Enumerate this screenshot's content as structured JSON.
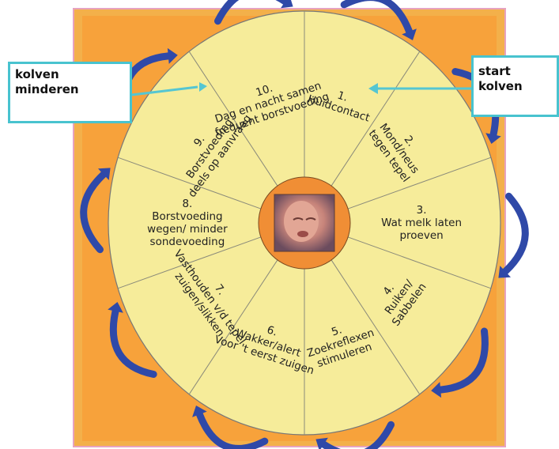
{
  "callouts": {
    "left": {
      "line1": "kolven",
      "line2": "minderen"
    },
    "right": {
      "line1": "start",
      "line2": "kolven"
    }
  },
  "segments": [
    {
      "number": "1.",
      "lines": [
        "Huidcontact"
      ]
    },
    {
      "number": "2.",
      "lines": [
        "Mond/neus",
        "tegen tepel"
      ]
    },
    {
      "number": "3.",
      "lines": [
        "Wat melk laten",
        "proeven"
      ]
    },
    {
      "number": "4.",
      "lines": [
        "Ruiken/",
        "Sabbelen"
      ]
    },
    {
      "number": "5.",
      "lines": [
        "Zoekreflexen",
        "stimuleren"
      ]
    },
    {
      "number": "6.",
      "lines": [
        "Wakker/alert",
        "Voor 't eerst zuigen"
      ]
    },
    {
      "number": "7.",
      "lines": [
        "Vasthouden v/d tepel",
        "zuigen/slikken"
      ]
    },
    {
      "number": "8.",
      "lines": [
        "Borstvoeding",
        "wegen/ minder",
        "sondevoeding"
      ]
    },
    {
      "number": "9.",
      "lines": [
        "Borstvoeding",
        "deels op aanvraag"
      ]
    },
    {
      "number": "10.",
      "lines": [
        "Dag en nacht samen",
        "frequent borstvoeding"
      ]
    }
  ],
  "colors": {
    "wheel": "#f6ec9a",
    "hub": "#f08e35",
    "arrows": "#2f49a8",
    "frame": "#f7a23b",
    "callout_border": "#48c3cf"
  },
  "center_image": "baby-photo"
}
